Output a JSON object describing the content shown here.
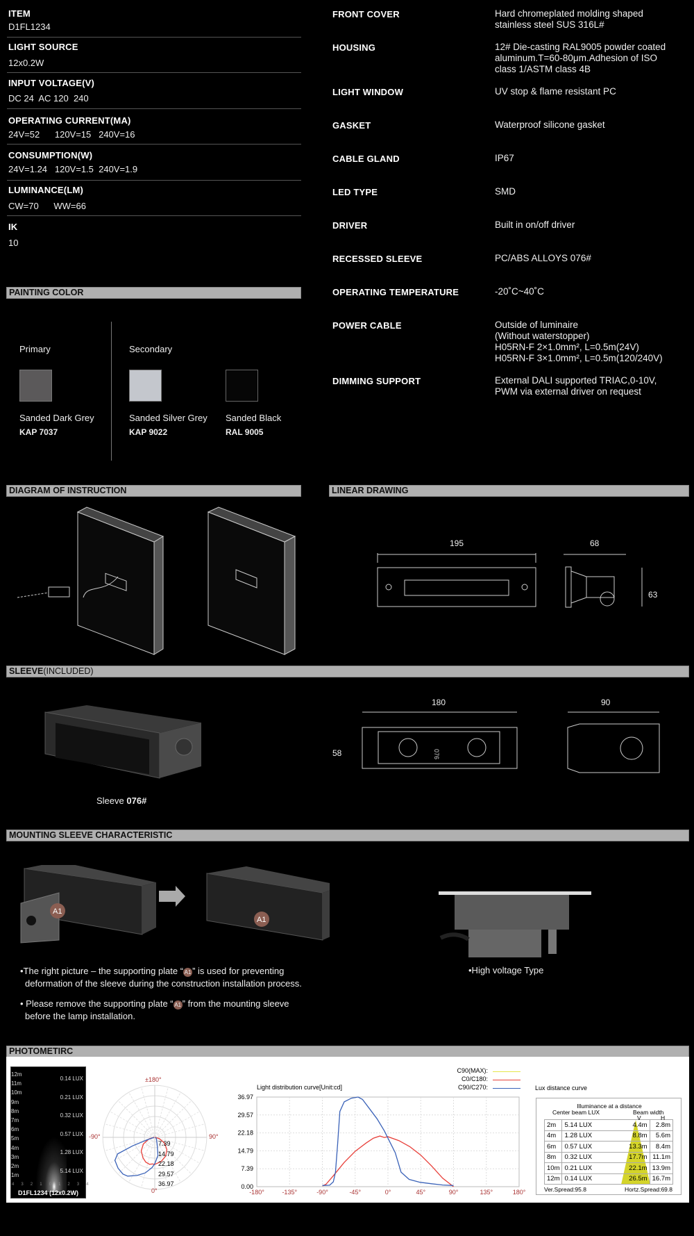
{
  "specs_left": [
    {
      "label": "ITEM",
      "value": "D1FL1234"
    },
    {
      "label": "LIGHT SOURCE",
      "value": "12x0.2W"
    },
    {
      "label": "INPUT VOLTAGE(V)",
      "value": "DC 24  AC 120  240"
    },
    {
      "label": "OPERATING CURRENT(MA)",
      "value": "24V=52      120V=15   240V=16"
    },
    {
      "label": "CONSUMPTION(W)",
      "value": "24V=1.24   120V=1.5  240V=1.9"
    },
    {
      "label": "LUMINANCE(LM)",
      "value": "CW=70      WW=66"
    },
    {
      "label": "IK",
      "value": "10"
    }
  ],
  "specs_right": [
    {
      "label": "FRONT COVER",
      "value": "Hard chromeplated molding shaped\nstainless steel SUS 316L#"
    },
    {
      "label": "HOUSING",
      "value": "12# Die-casting RAL9005 powder coated\naluminum.T=60-80μm.Adhesion of ISO\nclass 1/ASTM class 4B"
    },
    {
      "label": "LIGHT WINDOW",
      "value": "UV stop & flame resistant PC"
    },
    {
      "label": "GASKET",
      "value": "Waterproof silicone gasket"
    },
    {
      "label": "CABLE GLAND",
      "value": "IP67"
    },
    {
      "label": "LED TYPE",
      "value": "SMD"
    },
    {
      "label": "DRIVER",
      "value": "Built in on/off driver"
    },
    {
      "label": "RECESSED SLEEVE",
      "value": "PC/ABS ALLOYS 076#"
    },
    {
      "label": "OPERATING TEMPERATURE",
      "value": "-20˚C~40˚C"
    },
    {
      "label": "POWER CABLE",
      "value": "Outside of luminaire\n(Without waterstopper)\nH05RN-F 2×1.0mm², L=0.5m(24V)\nH05RN-F 3×1.0mm², L=0.5m(120/240V)"
    },
    {
      "label": "DIMMING SUPPORT",
      "value": "External DALI supported TRIAC,0-10V,\nPWM via external driver on request"
    }
  ],
  "painting": {
    "title": "PAINTING COLOR",
    "primary_label": "Primary",
    "secondary_label": "Secondary",
    "colors": [
      {
        "name": "Sanded Dark Grey",
        "code": "KAP 7037",
        "hex": "#5b595a"
      },
      {
        "name": "Sanded Silver Grey",
        "code": "KAP 9022",
        "hex": "#c4c7cd"
      },
      {
        "name": "Sanded Black",
        "code": "RAL 9005",
        "hex": "#060606"
      }
    ]
  },
  "sections": {
    "diagram": "DIAGRAM OF INSTRUCTION",
    "linear": "LINEAR DRAWING",
    "sleeve": "SLEEVE",
    "sleeve_suffix": "(INCLUDED)",
    "mounting": "MOUNTING SLEEVE CHARACTERISTIC",
    "photometric": "PHOTOMETIRC"
  },
  "linear_dims": {
    "length": "195",
    "depth": "68",
    "height": "63"
  },
  "sleeve_dims": {
    "length": "180",
    "depth": "90",
    "height": "58",
    "marking": "076"
  },
  "sleeve_caption": {
    "prefix": "Sleeve ",
    "code": "076#"
  },
  "mounting": {
    "badge": "A1",
    "note1_a": "•The right picture – the supporting plate “",
    "note1_b": "” is used for preventing",
    "note1_c": "deformation of the sleeve during the construction installation process.",
    "note2_a": "• Please remove the supporting plate “",
    "note2_b": "” from the mounting sleeve",
    "note2_c": "before the lamp installation.",
    "high_voltage": "•High voltage Type"
  },
  "chart_data": [
    {
      "type": "heatmap",
      "title": "D1FL1234 (12x0.2W)",
      "distances": [
        "12m",
        "11m",
        "10m",
        "9m",
        "8m",
        "7m",
        "6m",
        "5m",
        "4m",
        "3m",
        "2m",
        "1m"
      ],
      "lux_labels": [
        "0.14 LUX",
        "0.21 LUX",
        "0.32 LUX",
        "0.57 LUX",
        "1.28 LUX",
        "5.14 LUX"
      ],
      "x_ticks": [
        "4",
        "3",
        "2",
        "1",
        "0",
        "1",
        "2",
        "3",
        "4"
      ]
    },
    {
      "type": "line",
      "subtype": "polar",
      "top_label": "±180°",
      "left_label": "-90°",
      "right_label": "90°",
      "bottom_label": "0°",
      "ring_labels": [
        "7.39",
        "14.79",
        "22.18",
        "29.57",
        "36.97"
      ]
    },
    {
      "type": "line",
      "title": "Light distribution curve[Unit:cd]",
      "yticks": [
        "36.97",
        "29.57",
        "22.18",
        "14.79",
        "7.39",
        "0.00"
      ],
      "ylim": [
        0,
        36.97
      ],
      "xticks": [
        "-180°",
        "-135°",
        "-90°",
        "-45°",
        "0°",
        "45°",
        "90°",
        "135°",
        "180°"
      ],
      "xlim": [
        -180,
        180
      ],
      "legend": [
        {
          "name": "C90(MAX):",
          "color": "#e6e64a"
        },
        {
          "name": "C0/C180:",
          "color": "#e8403a"
        },
        {
          "name": "C90/C270:",
          "color": "#3a62b8"
        }
      ],
      "series": [
        {
          "name": "C0/C180",
          "color": "#e8403a",
          "x": [
            -90,
            -85,
            -75,
            -60,
            -45,
            -30,
            -20,
            -11,
            -5,
            0,
            15,
            30,
            45,
            60,
            75,
            90
          ],
          "y": [
            0.3,
            1,
            4.5,
            10,
            14.6,
            18,
            20,
            20.9,
            20.3,
            20.6,
            19,
            16.5,
            13,
            8.5,
            3.5,
            0
          ]
        },
        {
          "name": "C90/C270",
          "color": "#3a62b8",
          "x": [
            -90,
            -80,
            -75,
            -72,
            -69,
            -66,
            -60,
            -50,
            -41,
            -35,
            -25,
            -15,
            -5,
            0,
            10,
            18,
            29,
            44,
            60,
            75,
            90
          ],
          "y": [
            0.5,
            0.6,
            2,
            6,
            18,
            31,
            35,
            36.5,
            36.97,
            36,
            32,
            28,
            23,
            20,
            14,
            6,
            3,
            1.8,
            1.2,
            0.7,
            0.5
          ]
        }
      ]
    },
    {
      "type": "table",
      "title": "Lux distance curve",
      "heading": "Illuminance at a distance",
      "center_label": "Center beam LUX",
      "beam_label": "Beam width",
      "v_label": "V",
      "h_label": "H",
      "rows": [
        [
          "2m",
          "5.14 LUX",
          "4.4m",
          "2.8m"
        ],
        [
          "4m",
          "1.28 LUX",
          "8.8m",
          "5.6m"
        ],
        [
          "6m",
          "0.57 LUX",
          "13.3m",
          "8.4m"
        ],
        [
          "8m",
          "0.32 LUX",
          "17.7m",
          "11.1m"
        ],
        [
          "10m",
          "0.21 LUX",
          "22.1m",
          "13.9m"
        ],
        [
          "12m",
          "0.14 LUX",
          "26.5m",
          "16.7m"
        ]
      ],
      "ver_spread": "Ver.Spread:95.8",
      "hor_spread": "Hortz.Spread:69.8",
      "beam_color": "#d4d42a"
    }
  ]
}
